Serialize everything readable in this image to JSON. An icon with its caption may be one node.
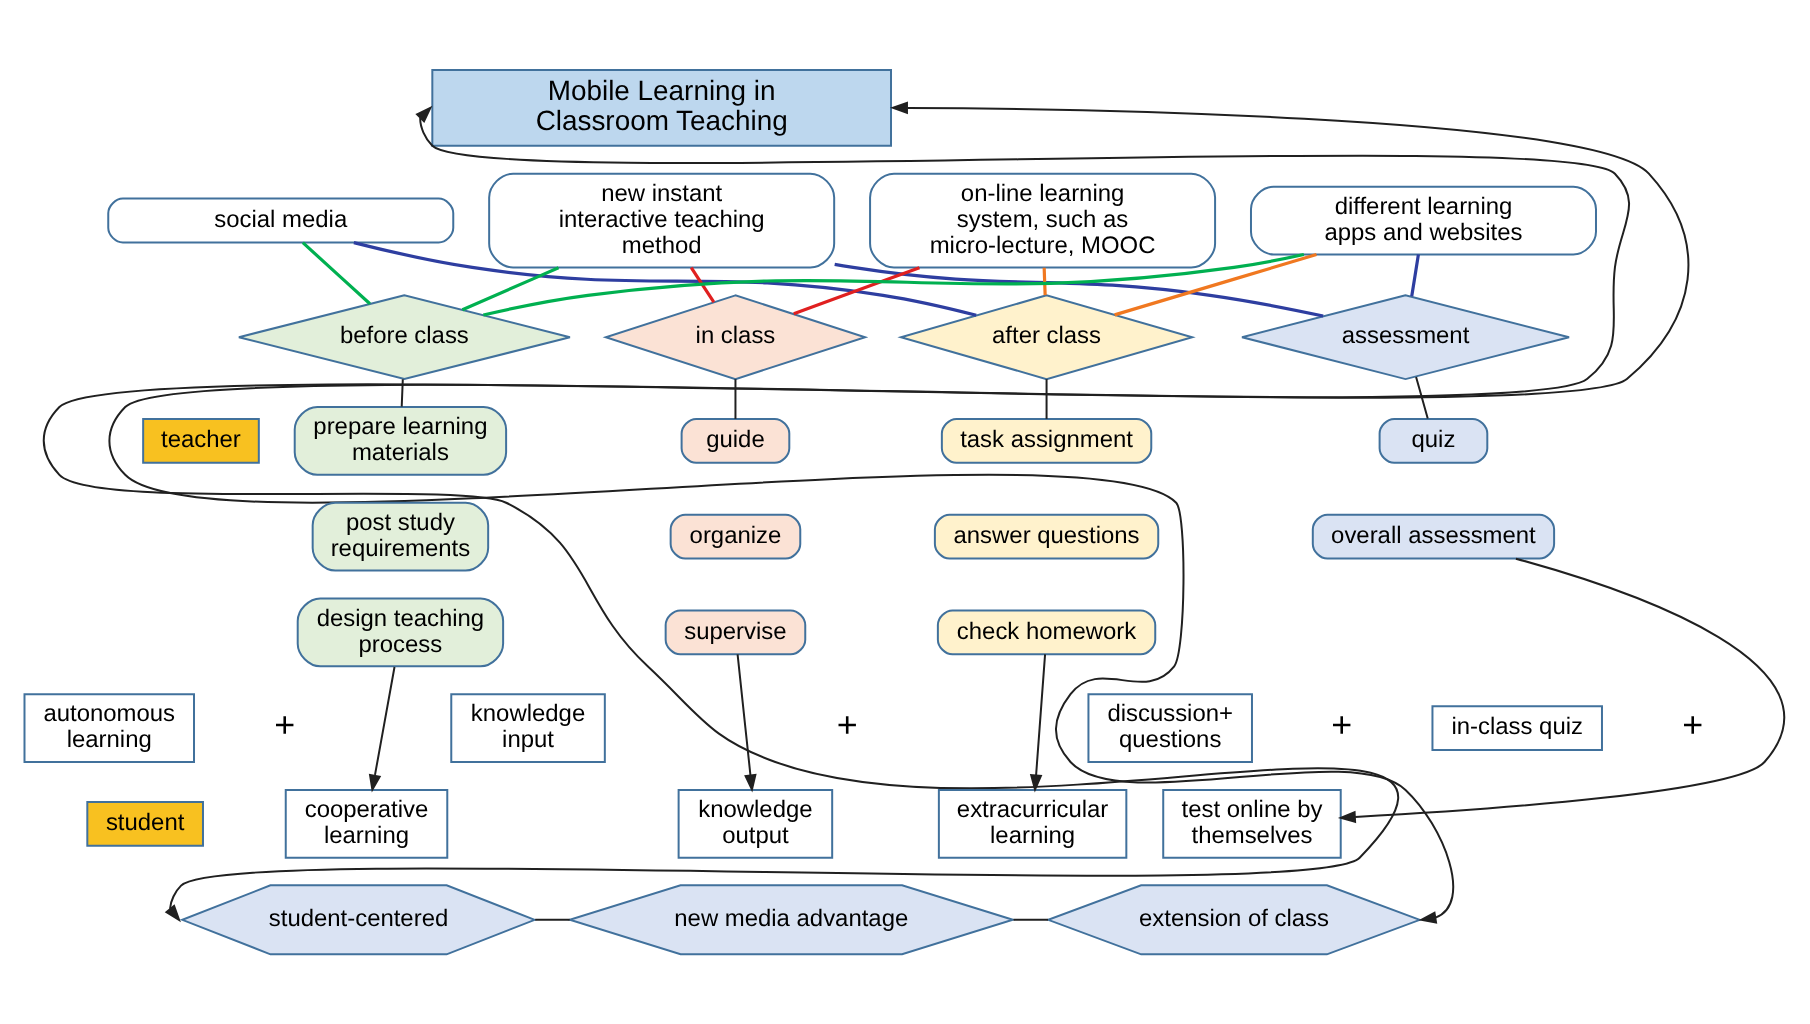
{
  "diagram": {
    "nodes": [
      {
        "text": [
          "Mobile Learning in Classroom Teaching"
        ]
      },
      {
        "text": [
          "social media"
        ]
      },
      {
        "text": [
          "new instant interactive teaching method"
        ]
      },
      {
        "text": [
          "on-line learning system, such as micro-lecture, MOOC"
        ]
      },
      {
        "text": [
          "different learning apps and websites"
        ]
      },
      {
        "text": [
          "before class"
        ]
      },
      {
        "text": [
          "in class"
        ]
      },
      {
        "text": [
          "after class"
        ]
      },
      {
        "text": [
          "assessment"
        ]
      },
      {
        "text": [
          "teacher"
        ]
      },
      {
        "text": [
          "prepare learning materials"
        ]
      },
      {
        "text": [
          "post study requirements"
        ]
      },
      {
        "text": [
          "design teaching process"
        ]
      },
      {
        "text": [
          "guide"
        ]
      },
      {
        "text": [
          "organize"
        ]
      },
      {
        "text": [
          "supervise"
        ]
      },
      {
        "text": [
          "task assignment"
        ]
      },
      {
        "text": [
          "answer questions"
        ]
      },
      {
        "text": [
          "check homework"
        ]
      },
      {
        "text": [
          "quiz"
        ]
      },
      {
        "text": [
          "overall assessment"
        ]
      },
      {
        "text": [
          "autonomous learning"
        ]
      },
      {
        "text": [
          "knowledge input"
        ]
      },
      {
        "text": [
          "discussion+ questions"
        ]
      },
      {
        "text": [
          "in-class quiz"
        ]
      },
      {
        "text": [
          "student"
        ]
      },
      {
        "text": [
          "cooperative learning"
        ]
      },
      {
        "text": [
          "knowledge output"
        ]
      },
      {
        "text": [
          "extracurricular learning"
        ]
      },
      {
        "text": [
          "test online by themselves"
        ]
      },
      {
        "text": [
          "student-centered"
        ]
      },
      {
        "text": [
          "new media advantage"
        ]
      },
      {
        "text": [
          "extension of class"
        ]
      }
    ],
    "edges": [
      {
        "from": 1,
        "to": 5,
        "arrow": "none",
        "color": "#00b050"
      },
      {
        "from": 1,
        "to": 7,
        "arrow": "none",
        "color": "#2e3ea0"
      },
      {
        "from": 2,
        "to": 5,
        "arrow": "none",
        "color": "#00b050"
      },
      {
        "from": 2,
        "to": 6,
        "arrow": "none",
        "color": "#e02020"
      },
      {
        "from": 2,
        "to": 8,
        "arrow": "none",
        "color": "#2e3ea0"
      },
      {
        "from": 3,
        "to": 6,
        "arrow": "none",
        "color": "#e02020"
      },
      {
        "from": 3,
        "to": 7,
        "arrow": "none",
        "color": "#f07820"
      },
      {
        "from": 4,
        "to": 5,
        "arrow": "none",
        "color": "#00b050"
      },
      {
        "from": 4,
        "to": 7,
        "arrow": "none",
        "color": "#f07820"
      },
      {
        "from": 4,
        "to": 8,
        "arrow": "none",
        "color": "#2e3ea0"
      },
      {
        "from": 5,
        "to": 10,
        "arrow": "none"
      },
      {
        "from": 6,
        "to": 13,
        "arrow": "none"
      },
      {
        "from": 7,
        "to": 16,
        "arrow": "none"
      },
      {
        "from": 8,
        "to": 19,
        "arrow": "none"
      },
      {
        "from": 12,
        "to": 26,
        "arrow": "to"
      },
      {
        "from": 15,
        "to": 27,
        "arrow": "to"
      },
      {
        "from": 18,
        "to": 28,
        "arrow": "to"
      },
      {
        "from": 20,
        "to": 29,
        "arrow": "to"
      },
      {
        "from": 0,
        "to": 30,
        "arrow": "both"
      },
      {
        "from": 0,
        "to": 32,
        "arrow": "both"
      },
      {
        "from": 30,
        "to": 31,
        "arrow": "none"
      },
      {
        "from": 31,
        "to": 32,
        "arrow": "none"
      }
    ],
    "labels": [
      "+",
      "+",
      "+",
      "+"
    ]
  }
}
